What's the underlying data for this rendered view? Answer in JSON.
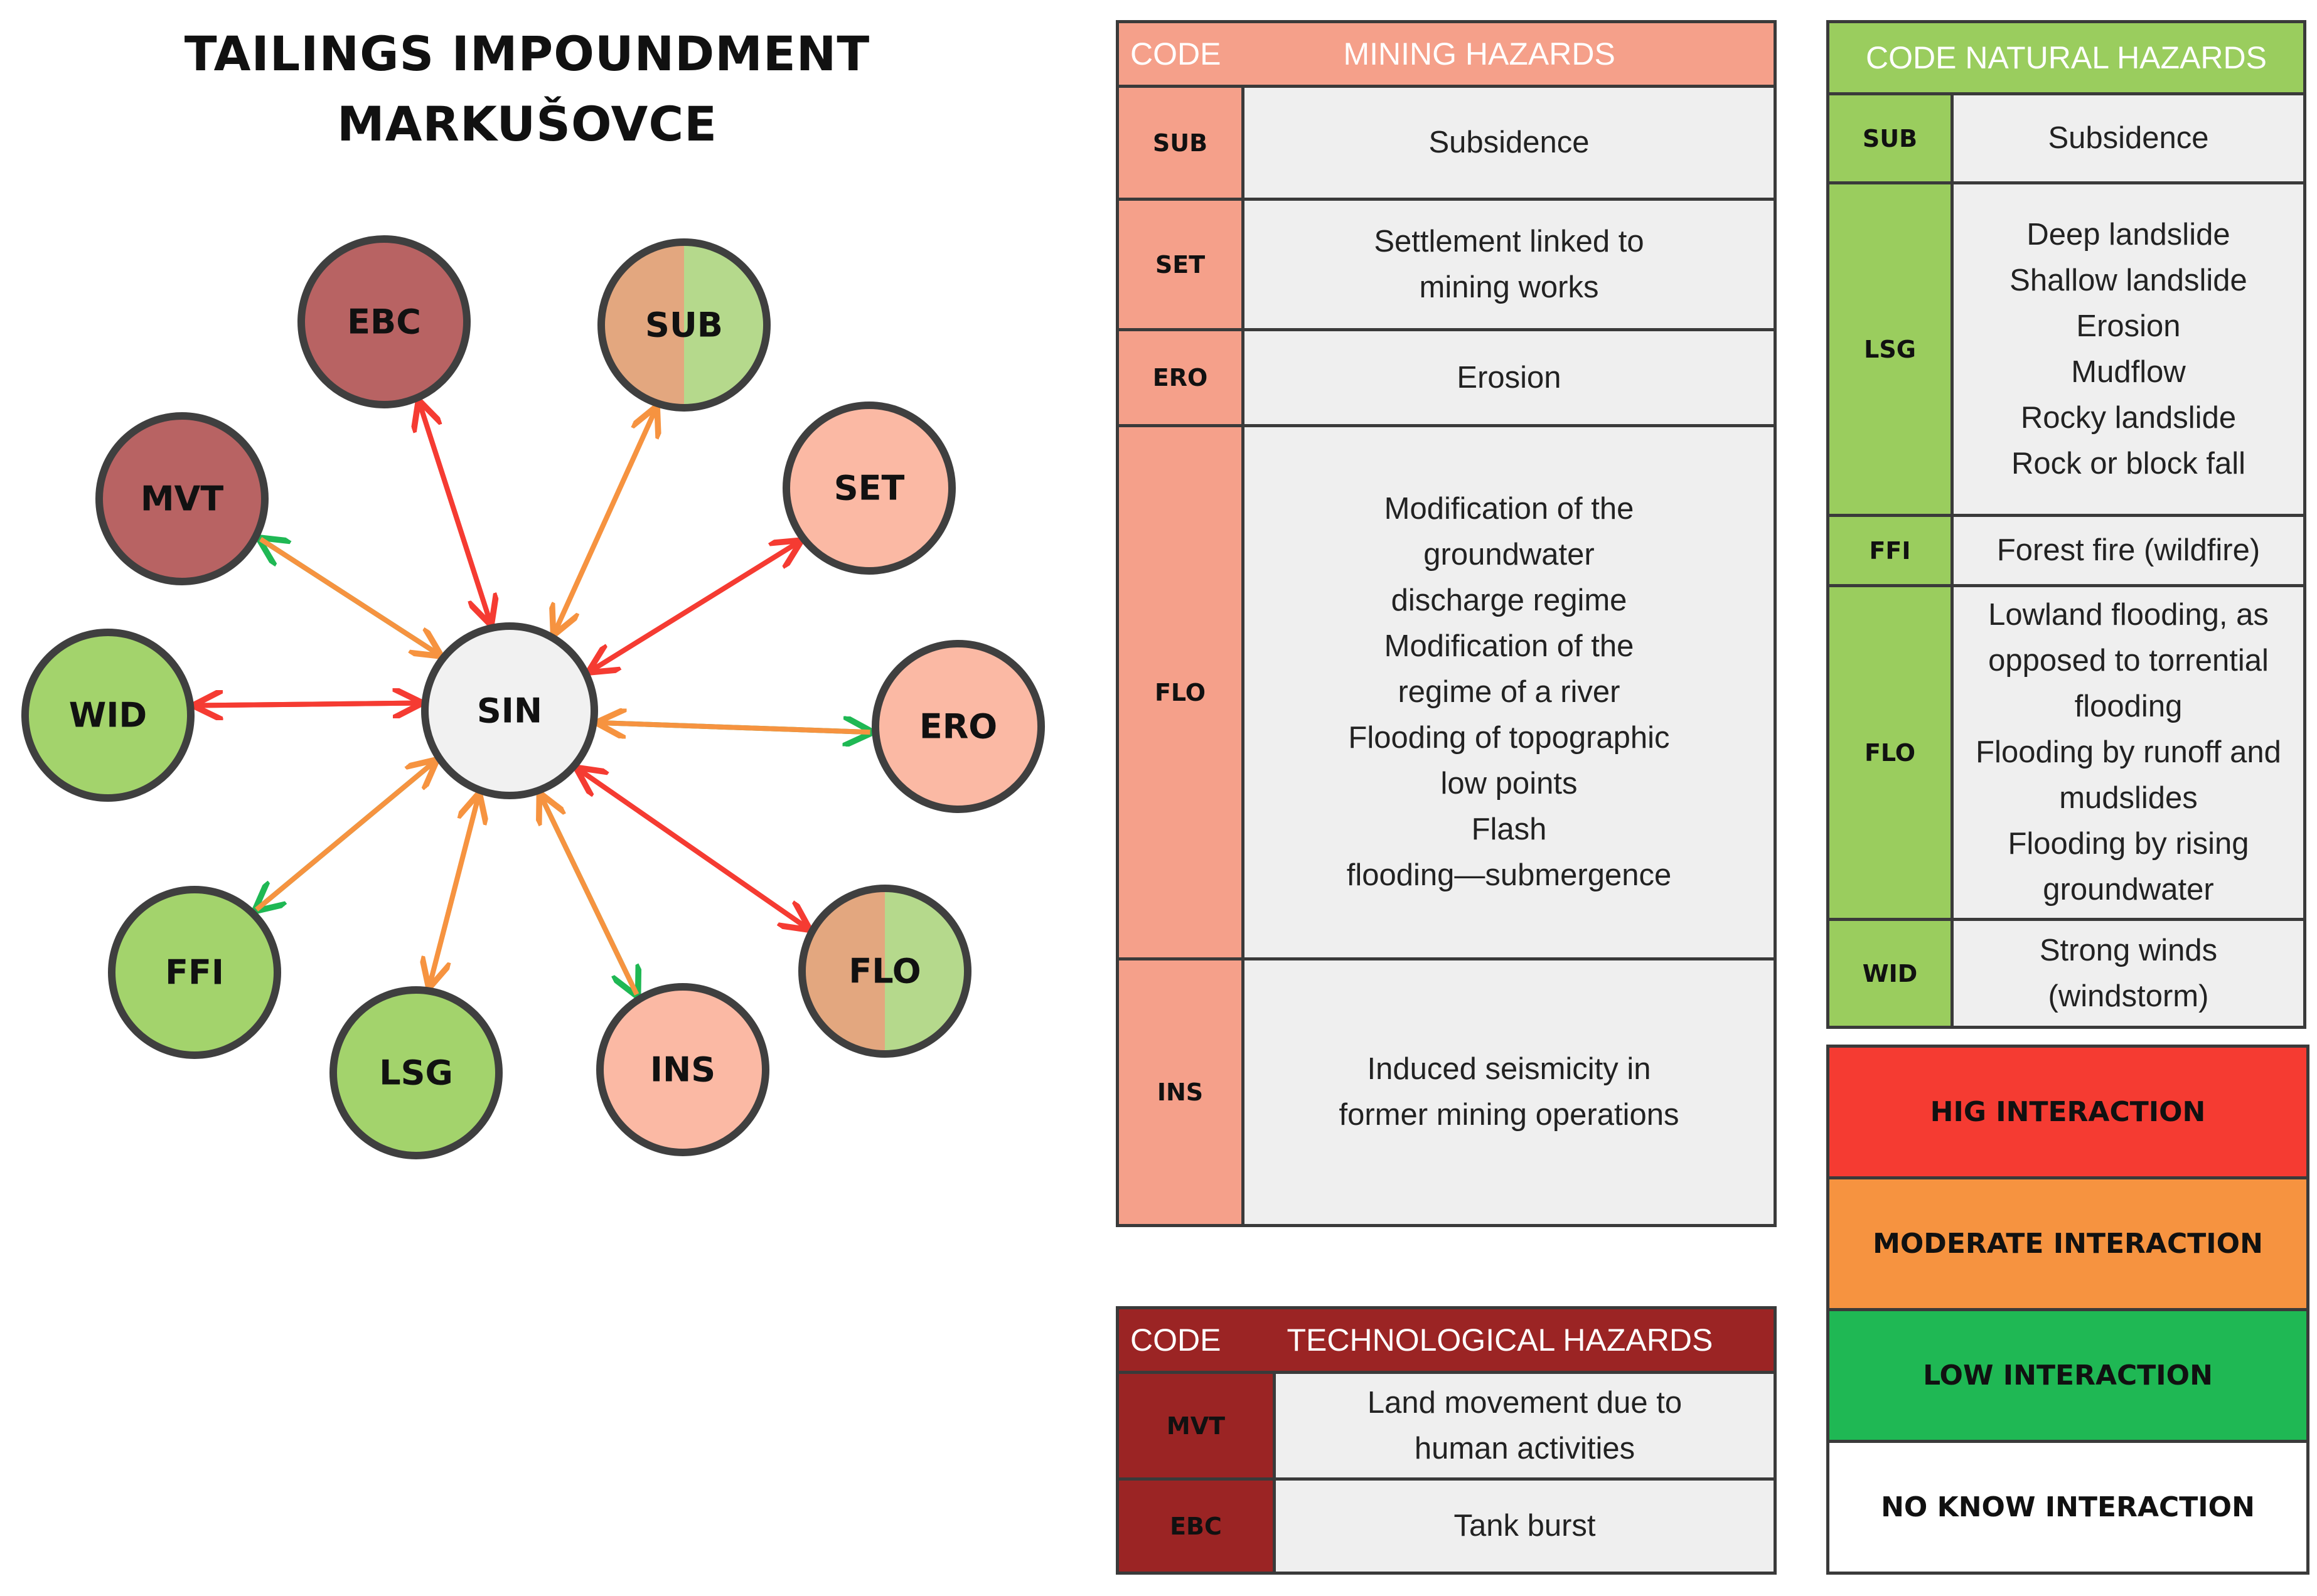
{
  "title_lines": [
    "TAILINGS IMPOUNDMENT",
    "MARKUŠOVCE"
  ],
  "colors": {
    "mining": "#f5a08a",
    "mining_light": "#fbb9a4",
    "natural": "#9acd5e",
    "natural_light": "#a3d36c",
    "technological": "#9b2424",
    "technological_node": "#b86363",
    "center_fill": "#f1f1f1",
    "high": "#f53b32",
    "moderate": "#f69340",
    "low": "#1fb854",
    "none": "#ffffff",
    "outline": "#3f3f3f"
  },
  "diagram": {
    "center": {
      "code": "SIN"
    },
    "nodes": [
      {
        "code": "EBC",
        "category": "technological"
      },
      {
        "code": "SUB",
        "category": "mining-natural"
      },
      {
        "code": "SET",
        "category": "mining"
      },
      {
        "code": "ERO",
        "category": "mining"
      },
      {
        "code": "FLO",
        "category": "mining-natural"
      },
      {
        "code": "INS",
        "category": "mining"
      },
      {
        "code": "LSG",
        "category": "natural"
      },
      {
        "code": "FFI",
        "category": "natural"
      },
      {
        "code": "WID",
        "category": "natural"
      },
      {
        "code": "MVT",
        "category": "technological"
      }
    ],
    "interactions": [
      {
        "from": "SIN",
        "to": "EBC",
        "level": "high"
      },
      {
        "from": "EBC",
        "to": "SIN",
        "level": "high"
      },
      {
        "from": "SIN",
        "to": "SUB",
        "level": "moderate"
      },
      {
        "from": "SUB",
        "to": "SIN",
        "level": "moderate"
      },
      {
        "from": "SIN",
        "to": "SET",
        "level": "high"
      },
      {
        "from": "SET",
        "to": "SIN",
        "level": "high"
      },
      {
        "from": "SIN",
        "to": "ERO",
        "level": "low"
      },
      {
        "from": "ERO",
        "to": "SIN",
        "level": "moderate"
      },
      {
        "from": "SIN",
        "to": "FLO",
        "level": "high"
      },
      {
        "from": "FLO",
        "to": "SIN",
        "level": "high"
      },
      {
        "from": "SIN",
        "to": "INS",
        "level": "low"
      },
      {
        "from": "INS",
        "to": "SIN",
        "level": "moderate"
      },
      {
        "from": "SIN",
        "to": "LSG",
        "level": "moderate"
      },
      {
        "from": "LSG",
        "to": "SIN",
        "level": "moderate"
      },
      {
        "from": "SIN",
        "to": "FFI",
        "level": "low"
      },
      {
        "from": "FFI",
        "to": "SIN",
        "level": "moderate"
      },
      {
        "from": "SIN",
        "to": "WID",
        "level": "high"
      },
      {
        "from": "WID",
        "to": "SIN",
        "level": "high"
      },
      {
        "from": "SIN",
        "to": "MVT",
        "level": "low"
      },
      {
        "from": "MVT",
        "to": "SIN",
        "level": "moderate"
      }
    ]
  },
  "mining_table": {
    "header_code": "CODE",
    "header_title": "MINING HAZARDS",
    "rows": [
      {
        "code": "SUB",
        "lines": [
          "Subsidence"
        ]
      },
      {
        "code": "SET",
        "lines": [
          "Settlement linked to",
          "mining works"
        ]
      },
      {
        "code": "ERO",
        "lines": [
          "Erosion"
        ]
      },
      {
        "code": "FLO",
        "lines": [
          "Modification of the",
          "groundwater",
          "discharge regime",
          "Modification of the",
          "regime of a river",
          "Flooding of topographic",
          "low points",
          "Flash",
          "flooding—submergence"
        ]
      },
      {
        "code": "INS",
        "lines": [
          "Induced seismicity in",
          "former mining operations"
        ]
      }
    ]
  },
  "natural_table": {
    "header": "CODE NATURAL HAZARDS",
    "rows": [
      {
        "code": "SUB",
        "lines": [
          "Subsidence"
        ]
      },
      {
        "code": "LSG",
        "lines": [
          "Deep landslide",
          "Shallow landslide",
          "Erosion",
          "Mudflow",
          "Rocky landslide",
          "Rock or block fall"
        ]
      },
      {
        "code": "FFI",
        "lines": [
          "Forest fire (wildfire)"
        ]
      },
      {
        "code": "FLO",
        "lines": [
          "Lowland flooding, as",
          "opposed to torrential",
          "flooding",
          "Flooding by runoff and",
          "mudslides",
          "Flooding by rising",
          "groundwater"
        ]
      },
      {
        "code": "WID",
        "lines": [
          "Strong winds",
          "(windstorm)"
        ]
      }
    ]
  },
  "tech_table": {
    "header_code": "CODE",
    "header_title": "TECHNOLOGICAL HAZARDS",
    "rows": [
      {
        "code": "MVT",
        "lines": [
          "Land movement due to",
          "human activities"
        ]
      },
      {
        "code": "EBC",
        "lines": [
          "Tank burst"
        ]
      }
    ]
  },
  "legend": [
    {
      "label": "HIG INTERACTION",
      "level": "high"
    },
    {
      "label": "MODERATE INTERACTION",
      "level": "moderate"
    },
    {
      "label": "LOW INTERACTION",
      "level": "low"
    },
    {
      "label": "NO KNOW INTERACTION",
      "level": "none"
    }
  ]
}
